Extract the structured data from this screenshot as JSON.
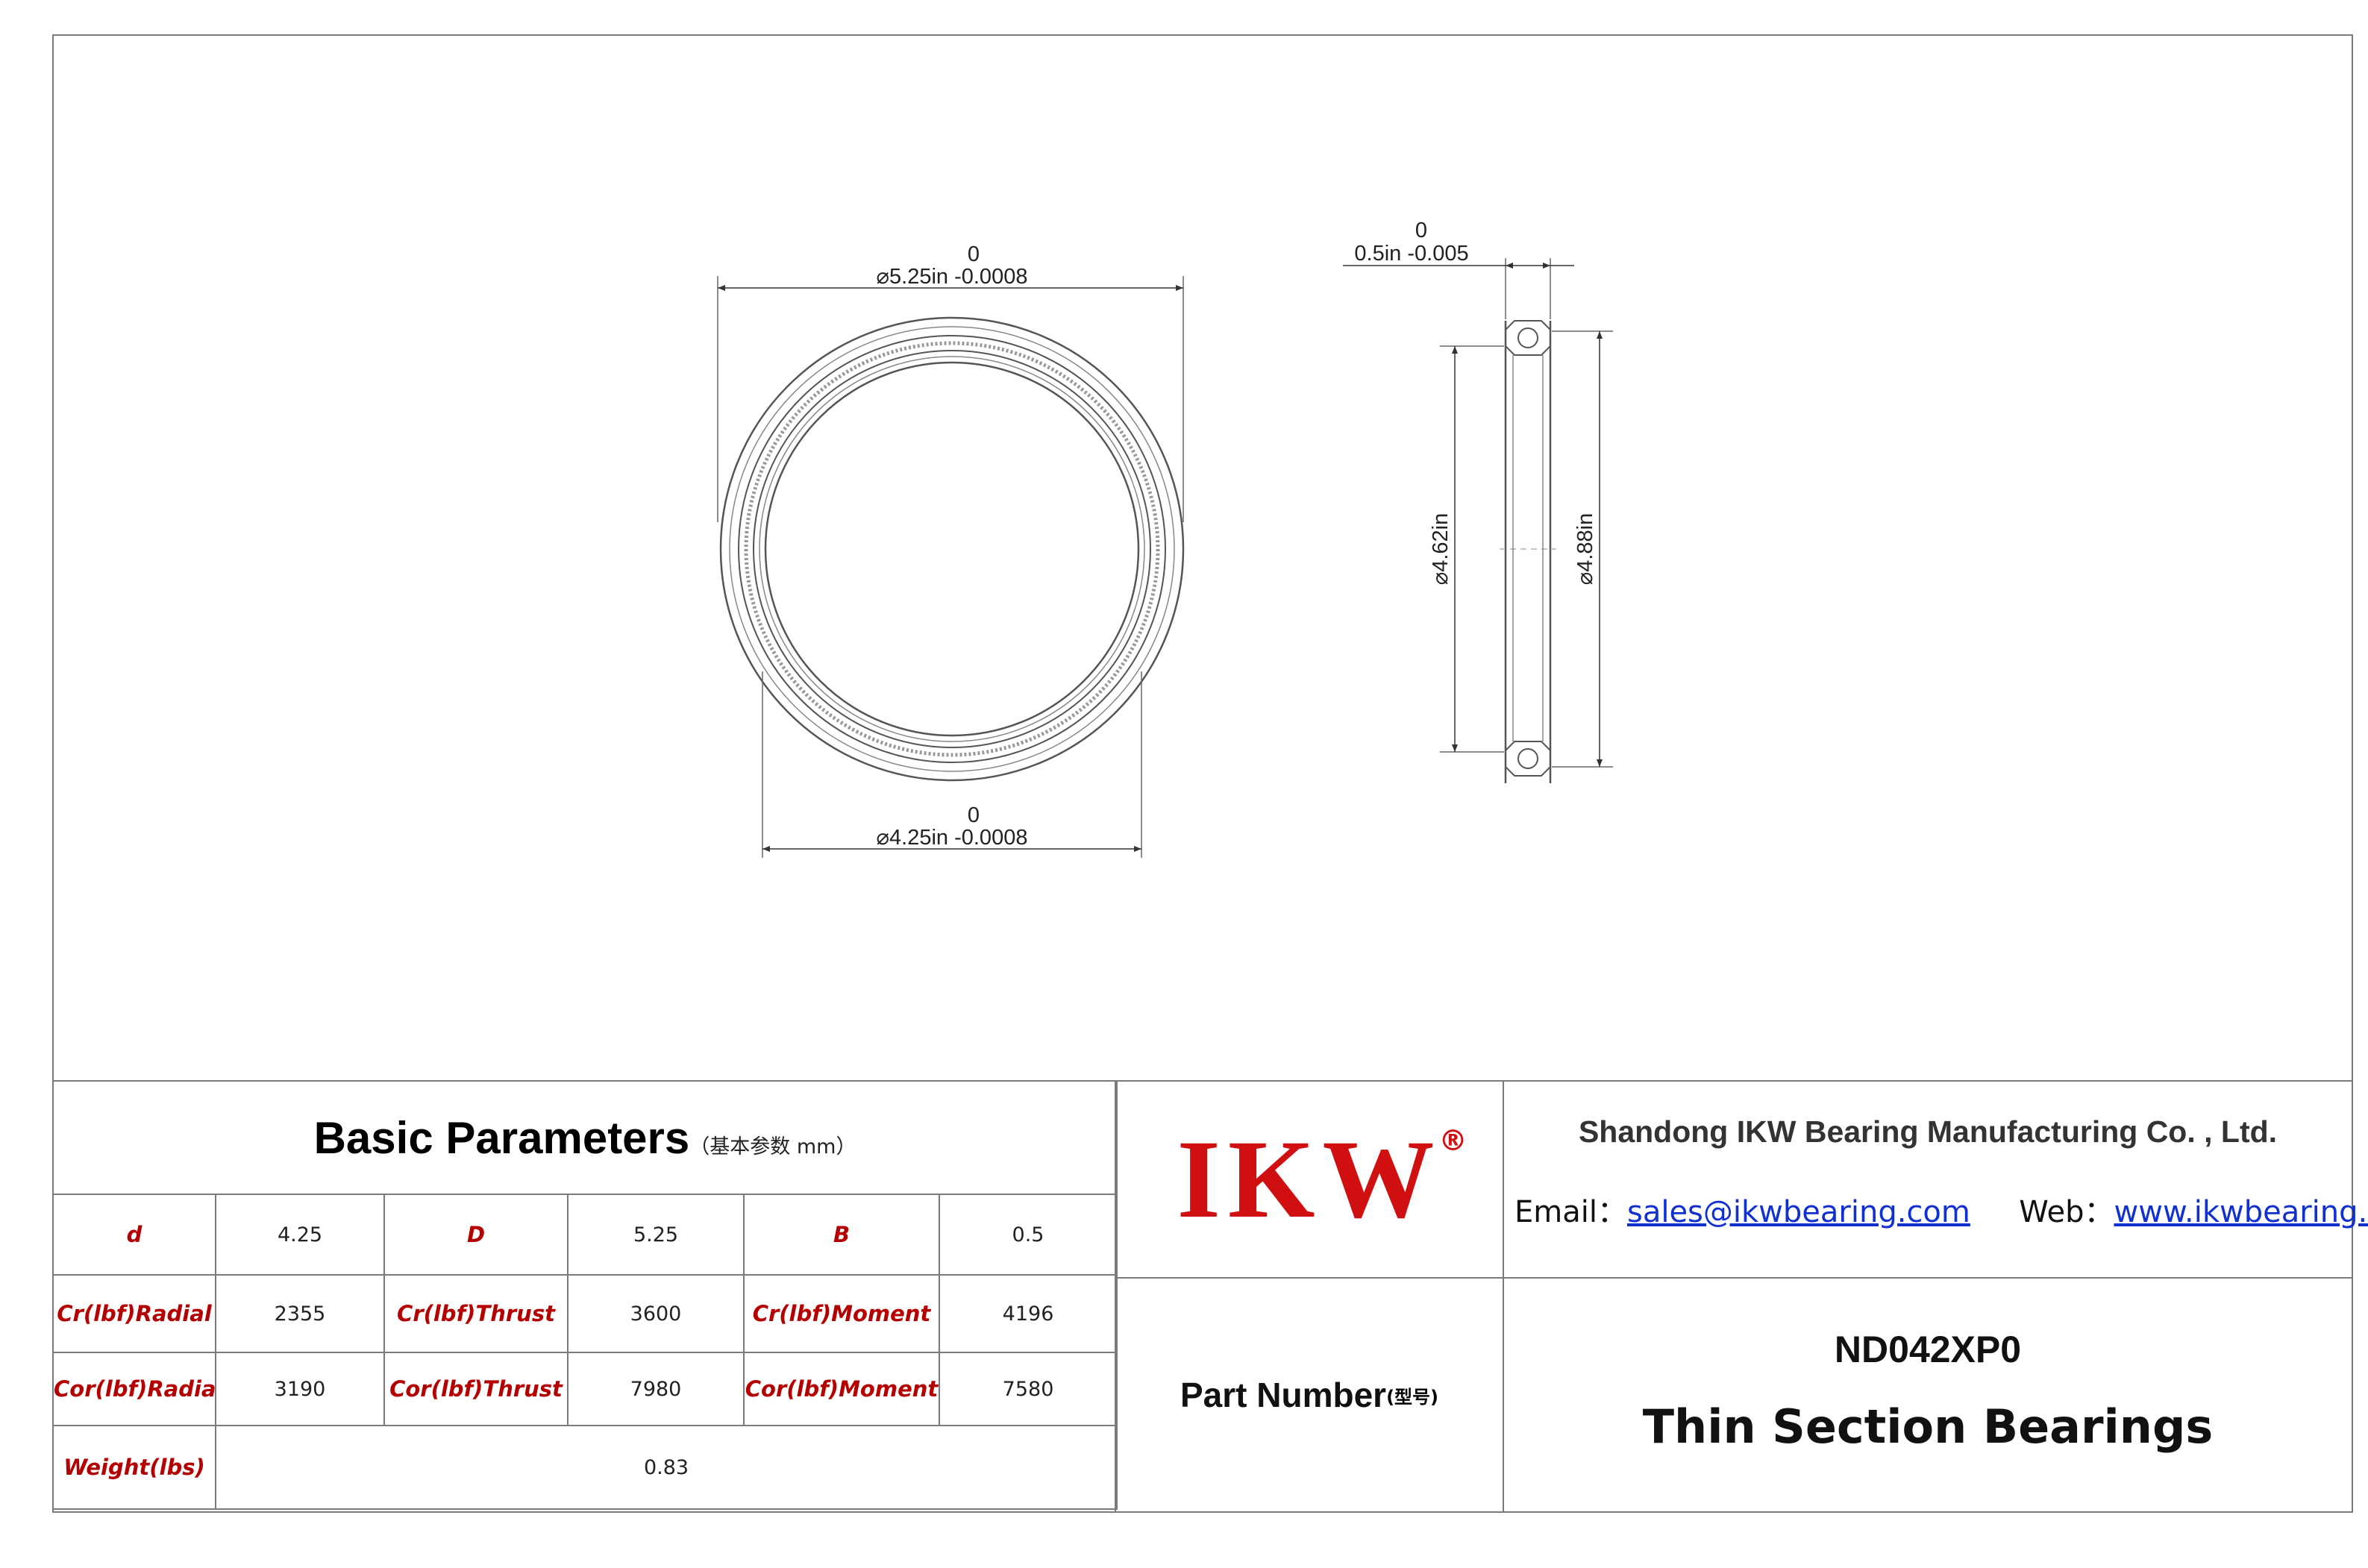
{
  "drawing": {
    "outer_diameter": {
      "prefix": "⌀",
      "value": "5.25in",
      "tol_upper": "0",
      "tol_lower": "-0.0008"
    },
    "inner_diameter": {
      "prefix": "⌀",
      "value": "4.25in",
      "tol_upper": "0",
      "tol_lower": "-0.0008"
    },
    "width": {
      "value": "0.5in",
      "tol_upper": "0",
      "tol_lower": "-0.005"
    },
    "inner_race_dia": "⌀4.62in",
    "outer_race_dia": "⌀4.88in"
  },
  "basic_params": {
    "title": "Basic Parameters",
    "subtitle": "（基本参数 mm）",
    "row1": [
      {
        "label": "d",
        "value": "4.25"
      },
      {
        "label": "D",
        "value": "5.25"
      },
      {
        "label": "B",
        "value": "0.5"
      }
    ],
    "row2": [
      {
        "label": "Cr(lbf)Radial",
        "value": "2355"
      },
      {
        "label": "Cr(lbf)Thrust",
        "value": "3600"
      },
      {
        "label": "Cr(lbf)Moment",
        "value": "4196"
      }
    ],
    "row3": [
      {
        "label": "Cor(lbf)Radial",
        "value": "3190"
      },
      {
        "label": "Cor(lbf)Thrust",
        "value": "7980"
      },
      {
        "label": "Cor(lbf)Moment",
        "value": "7580"
      }
    ],
    "weight": {
      "label": "Weight(lbs)",
      "value": "0.83"
    }
  },
  "logo": {
    "text": "IKW",
    "reg": "®"
  },
  "company": {
    "name": "Shandong IKW Bearing Manufacturing Co. , Ltd.",
    "email_label": "Email：",
    "email": "sales@ikwbearing.com",
    "web_label": "Web：",
    "web": "www.ikwbearing.com"
  },
  "part_number": {
    "label": "Part Number",
    "sub": "(型号)"
  },
  "model": {
    "number": "ND042XP0",
    "type": "Thin Section Bearings"
  },
  "colors": {
    "label_red": "#b40000",
    "logo_red": "#d01010",
    "link_blue": "#1030d0",
    "border": "#7a7a7a"
  }
}
